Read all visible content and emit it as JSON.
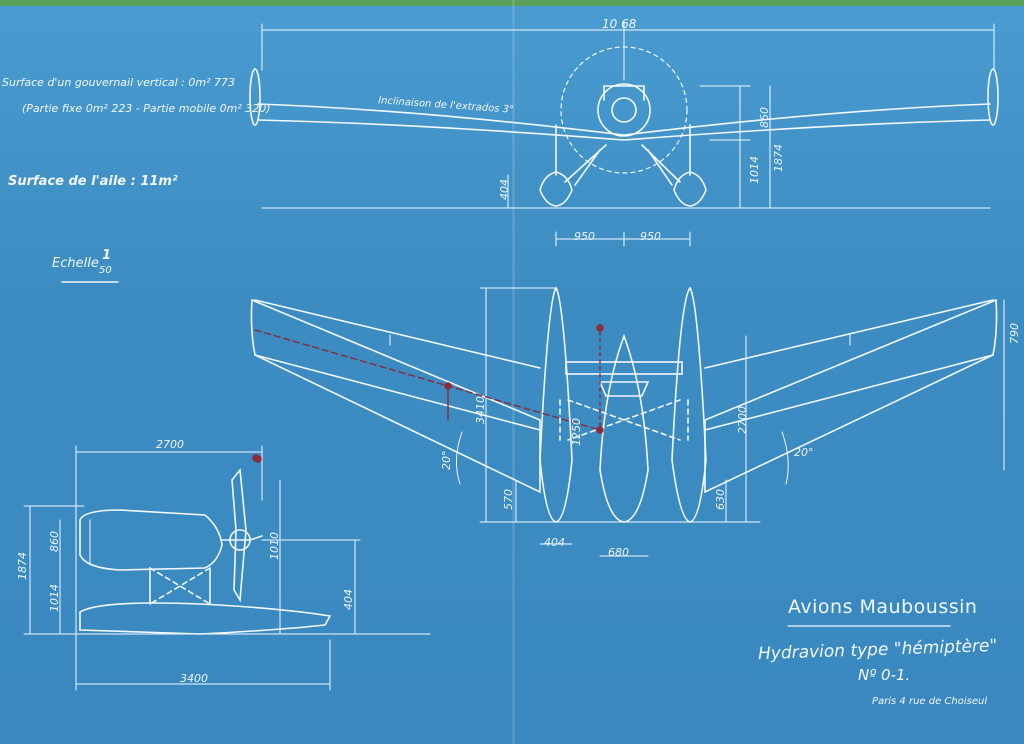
{
  "notes": {
    "gouvernail_line1": "Surface d'un gouvernail vertical : 0m² 773",
    "gouvernail_line2": "(Partie fixe 0m² 223 - Partie mobile 0m² 320)",
    "wing_surface": "Surface de l'aile : 11m²",
    "scale_label": "Echelle",
    "scale_num": "1",
    "scale_den": "50",
    "dihedral": "Inclinaison de l'extrados 3°"
  },
  "dimensions": {
    "span": "10 68",
    "front_h1": "860",
    "front_h2": "1014",
    "front_h3": "1874",
    "front_float": "404",
    "front_950_left": "950",
    "front_950_right": "950",
    "plan_3410": "3410",
    "plan_2700": "2700",
    "plan_570": "570",
    "plan_630": "630",
    "plan_404": "404",
    "plan_680": "680",
    "plan_tip": "790",
    "plan_1250": "1250",
    "angle_left": "20°",
    "angle_right": "20°",
    "side_2700": "2700",
    "side_3400": "3400",
    "side_1874": "1874",
    "side_1014": "1014",
    "side_1010": "1010",
    "side_404": "404",
    "side_860": "860"
  },
  "title_block": {
    "company": "Avions Mauboussin",
    "type": "Hydravion type \"hémiptère\"",
    "number": "Nº 0-1.",
    "address": "Paris 4 rue de Choiseul"
  },
  "colors": {
    "paper": "#3d8fc4",
    "ink": "#f2f8ff",
    "red_pencil": "#8a2a3a"
  }
}
